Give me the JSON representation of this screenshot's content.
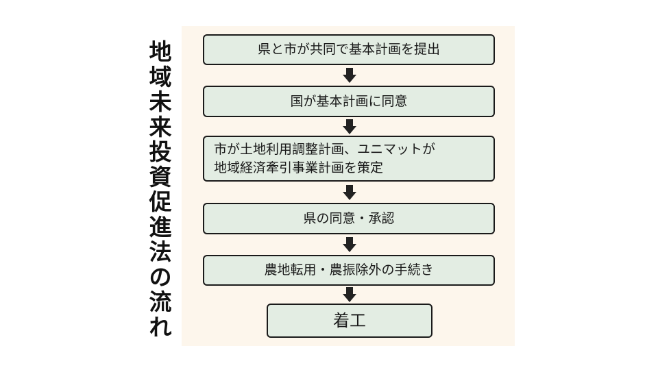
{
  "title": "地域未来投資促進法の流れ",
  "title_chars": [
    "地",
    "域",
    "未",
    "来",
    "投",
    "資",
    "促",
    "進",
    "法",
    "の",
    "流",
    "れ"
  ],
  "steps": [
    {
      "lines": [
        "県と市が共同で基本計画を提出"
      ]
    },
    {
      "lines": [
        "国が基本計画に同意"
      ]
    },
    {
      "lines": [
        "市が土地利用調整計画、ユニマットが",
        "地域経済牽引事業計画を策定"
      ]
    },
    {
      "lines": [
        "県の同意・承認"
      ]
    },
    {
      "lines": [
        "農地転用・農振除外の手続き"
      ]
    },
    {
      "lines": [
        "着工"
      ]
    }
  ],
  "colors": {
    "panel": "#fdf6ec",
    "box_fill": "#e3ede3",
    "border": "#1a1a1a"
  }
}
